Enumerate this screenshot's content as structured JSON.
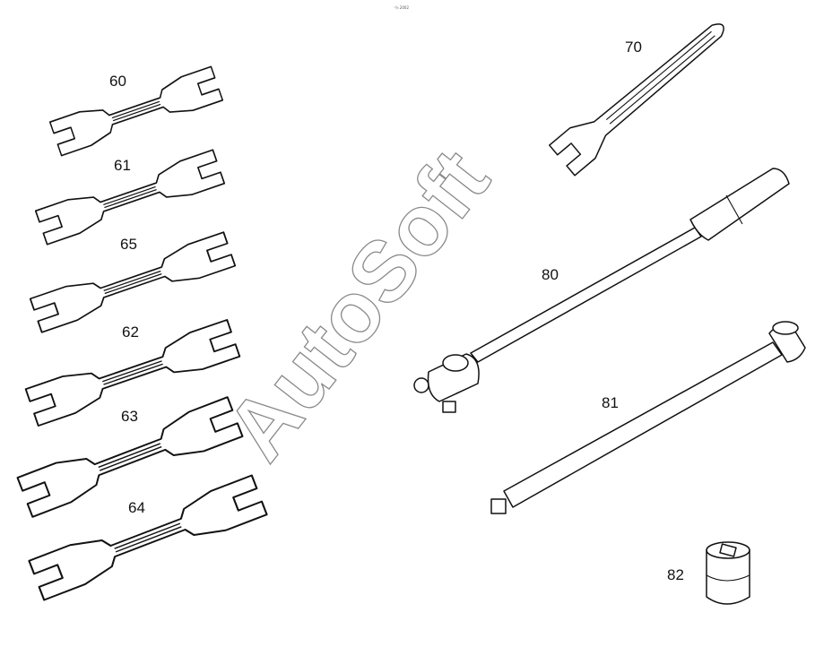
{
  "top_code": "²/₃ 2002",
  "watermark": "AutoSoft",
  "colors": {
    "ink": "#111111",
    "watermark": "#8a8a8a",
    "background": "#ffffff"
  },
  "labels": {
    "p60": "60",
    "p61": "61",
    "p65": "65",
    "p62": "62",
    "p63": "63",
    "p64": "64",
    "p70": "70",
    "p80": "80",
    "p81": "81",
    "p82": "82"
  }
}
